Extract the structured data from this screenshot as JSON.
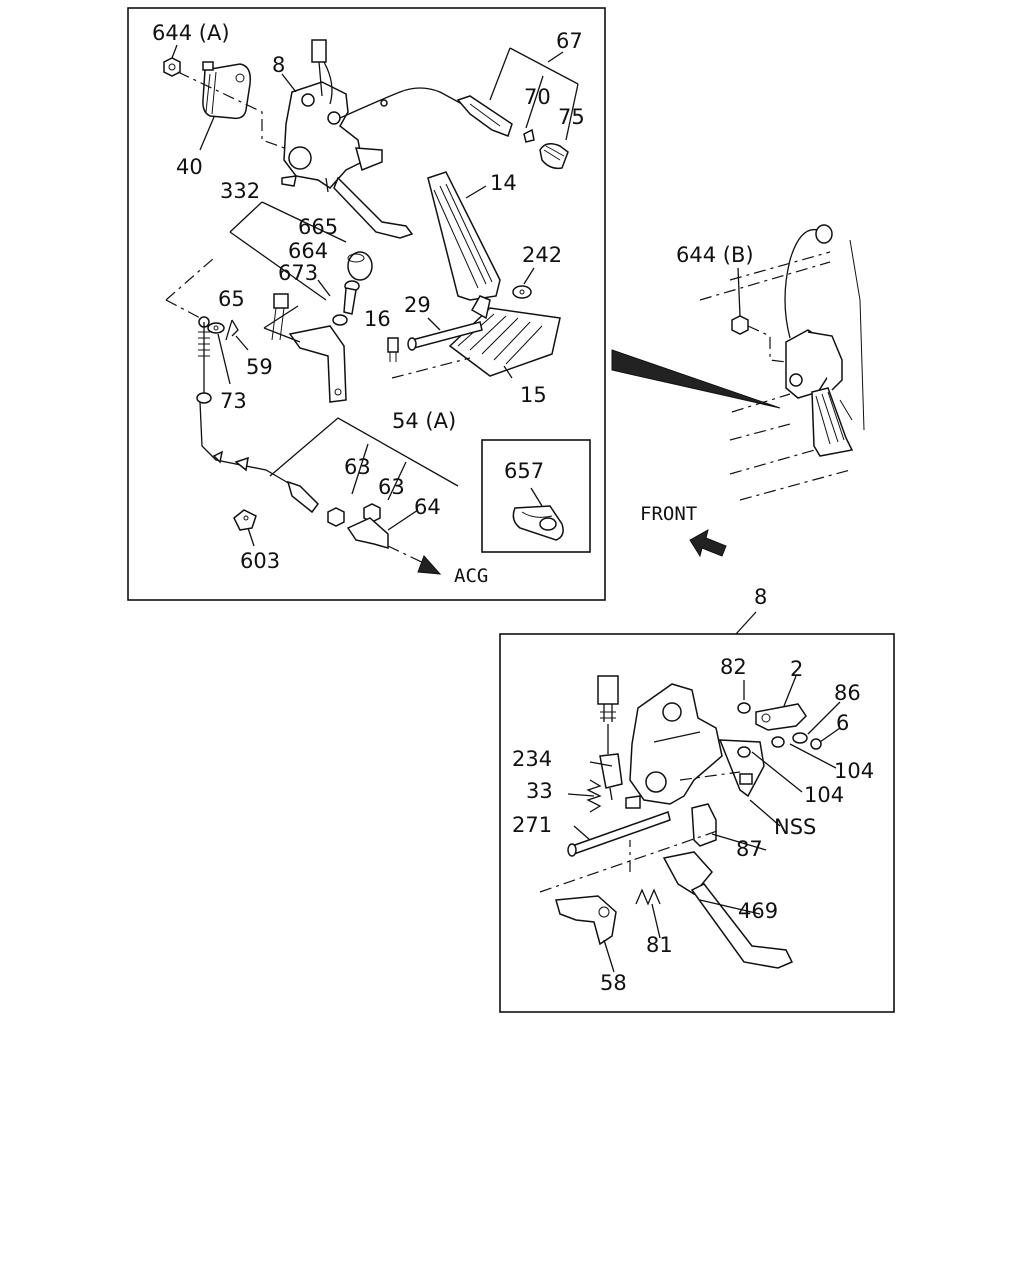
{
  "main_view": {
    "labels": {
      "l644a": "644 (A)",
      "l8": "8",
      "l67": "67",
      "l70": "70",
      "l75": "75",
      "l40": "40",
      "l332": "332",
      "l665": "665",
      "l664": "664",
      "l673": "673",
      "l14": "14",
      "l242": "242",
      "l65": "65",
      "l16": "16",
      "l29": "29",
      "l59": "59",
      "l73": "73",
      "l15": "15",
      "l54a": "54 (A)",
      "l63a": "63",
      "l63b": "63",
      "l64": "64",
      "l603": "603",
      "l657": "657",
      "lacg": "ACG"
    }
  },
  "vehicle_view": {
    "l644b": "644 (B)",
    "front": "FRONT"
  },
  "detail_view": {
    "title": "8",
    "labels": {
      "l82": "82",
      "l2": "2",
      "l86": "86",
      "l6": "6",
      "l234": "234",
      "l104a": "104",
      "l104b": "104",
      "l33": "33",
      "l271": "271",
      "lnss": "NSS",
      "l87": "87",
      "l469": "469",
      "l81": "81",
      "l58": "58"
    }
  }
}
